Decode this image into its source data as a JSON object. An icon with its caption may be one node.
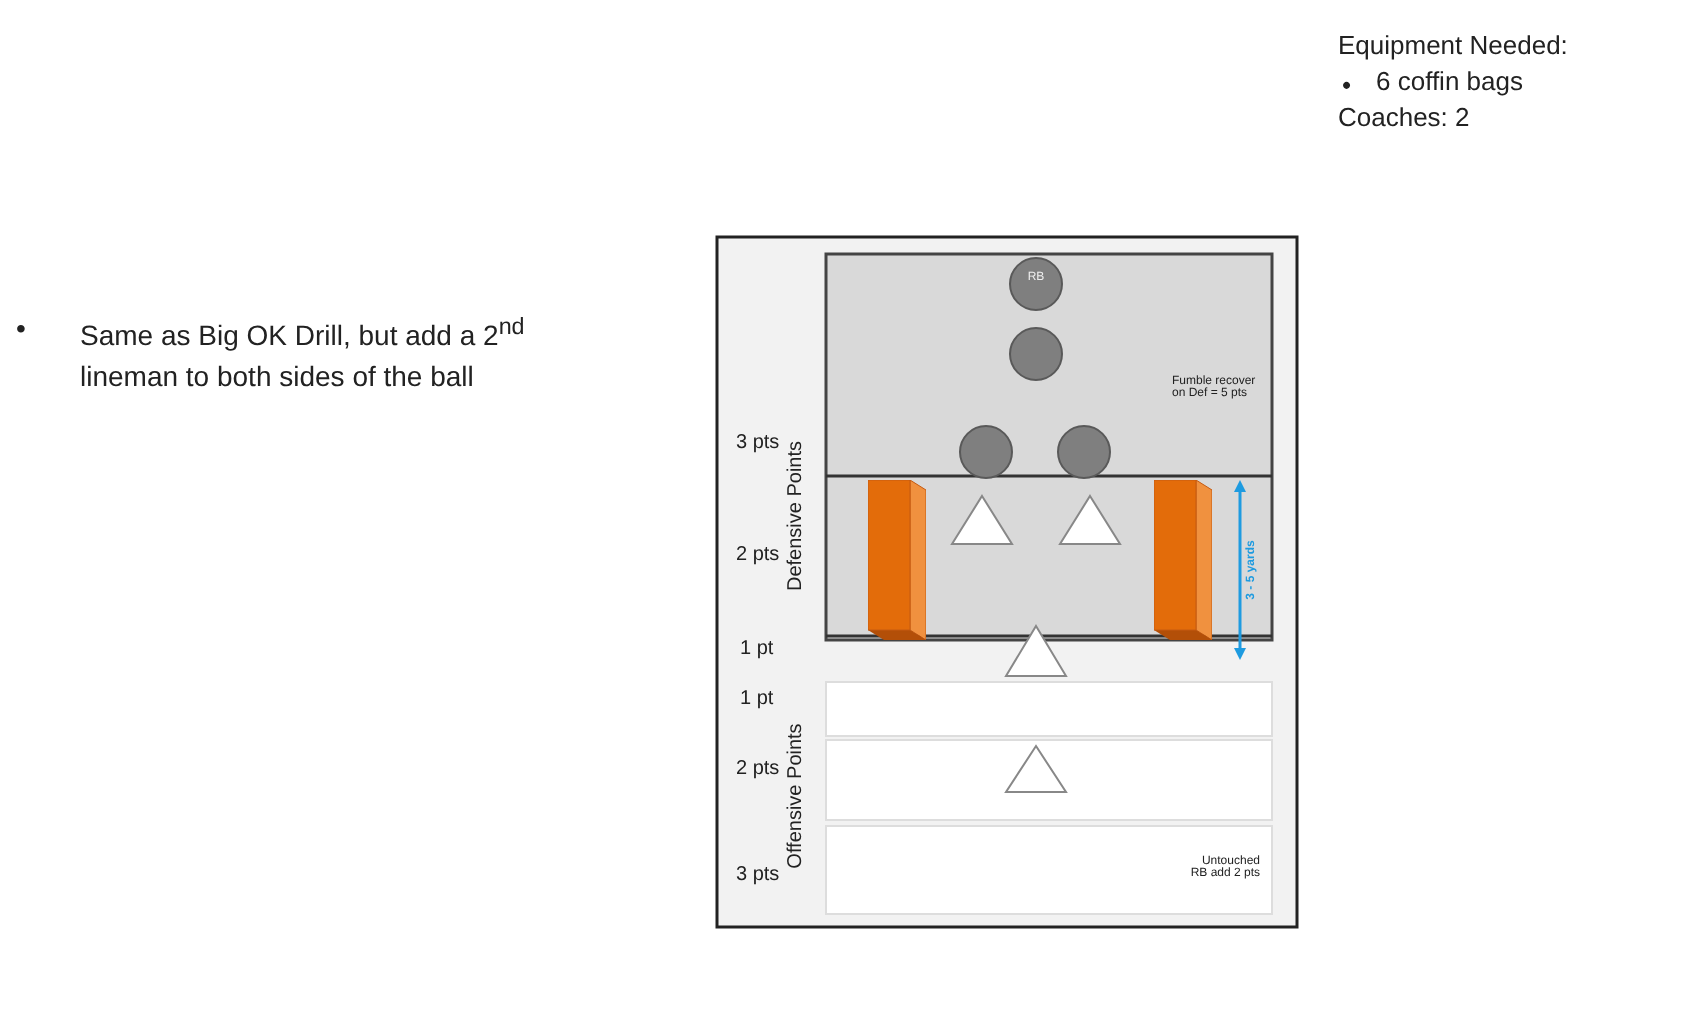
{
  "diagram": {
    "nodes": [
      {
        "text": [
          "RB"
        ]
      },
      {
        "text": [],
        "shape": "circle"
      },
      {
        "text": [],
        "shape": "circle"
      },
      {
        "text": [],
        "shape": "circle"
      },
      {
        "text": [],
        "shape": "bar"
      },
      {
        "text": [],
        "shape": "triangle"
      },
      {
        "text": [],
        "shape": "triangle"
      },
      {
        "text": [],
        "shape": "bar"
      },
      {
        "text": [],
        "shape": "triangle"
      },
      {
        "text": [],
        "shape": "triangle"
      }
    ],
    "edges": [],
    "labels": [
      "Equipment Needed:",
      "•",
      "6 coffin bags",
      "Coaches:  2",
      "•",
      "Same as Big OK Drill, but add  a 2$^{nd}$ lineman to both sides of the ball",
      "Fumble recover on Def = 5 pts",
      "3 pts",
      "Defensive Points",
      "2 pts",
      "3 - 5 yards",
      "1 pt",
      "1 pt",
      "Offensive Points",
      "2 pts",
      "3 pts",
      "Untouched RB add 2 pts"
    ]
  }
}
